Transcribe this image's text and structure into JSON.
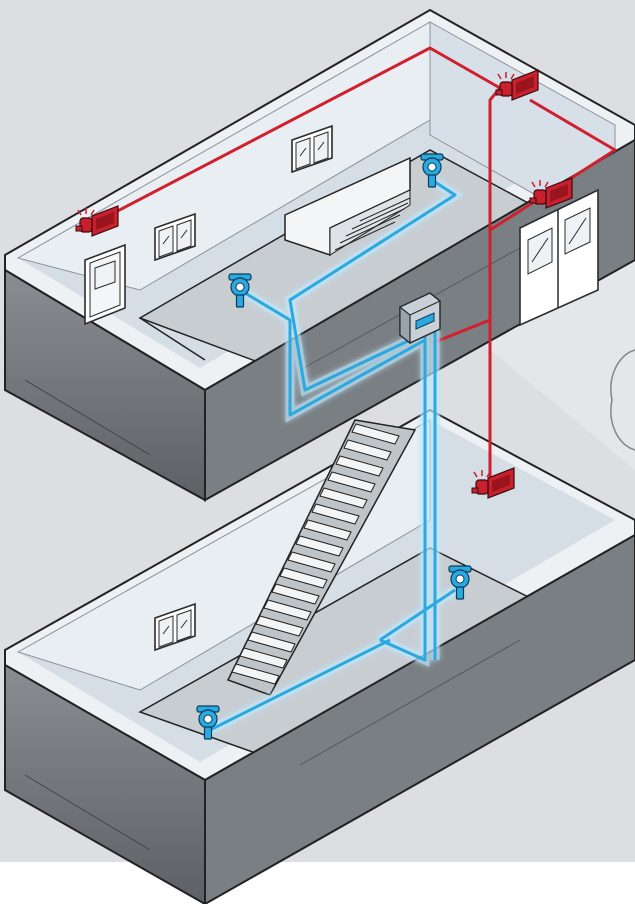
{
  "colors": {
    "background": "#dcdee2",
    "floor": "#c9ced4",
    "wall_interior": "#e8ecf0",
    "wall_shadow": "#8e9297",
    "slab_side": "#6f7378",
    "alarm_wire": "#d0202e",
    "sensor_wire": "#2aa9e0",
    "sensor": "#2aa9e0",
    "alarm_unit": "#c8202c",
    "controller": "#b9c3cc"
  },
  "icons": {
    "gas_detector": "gas-detector-icon",
    "alarm_beacon": "alarm-beacon-icon",
    "control_panel": "gas-control-panel-icon",
    "door": "door-icon",
    "window": "window-icon"
  },
  "components": {
    "upper_floor": {
      "gas_detectors": 2,
      "alarm_units": 3,
      "control_panels": 1,
      "windows": 3,
      "doors": 2
    },
    "lower_floor": {
      "gas_detectors": 2,
      "alarm_units": 1,
      "windows": 1
    }
  }
}
